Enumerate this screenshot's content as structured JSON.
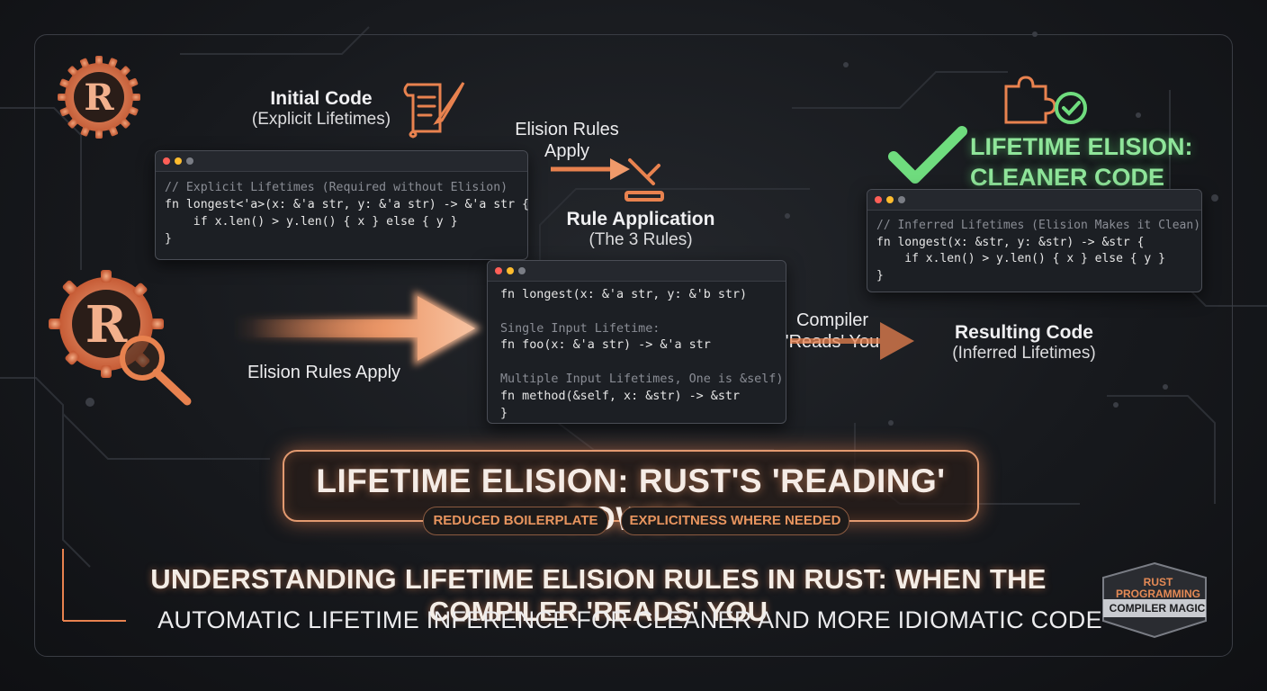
{
  "labels": {
    "initial_code_title": "Initial Code",
    "initial_code_sub": "(Explicit Lifetimes)",
    "elision_apply_top_1": "Elision Rules",
    "elision_apply_top_2": "Apply",
    "rule_app_title": "Rule Application",
    "rule_app_sub": "(The 3 Rules)",
    "elision_apply_left": "Elision Rules Apply",
    "compiler_reads_1": "Compiler",
    "compiler_reads_2": "'Reads' You",
    "result_title": "Resulting Code",
    "result_sub": "(Inferred Lifetimes)",
    "green_title_1": "LIFETIME ELISION:",
    "green_title_2": "CLEANER CODE"
  },
  "code_explicit": {
    "comment": "// Explicit Lifetimes (Required without Elision)",
    "line1": "fn longest<'a>(x: &'a str, y: &'a str) -> &'a str {",
    "line2": "    if x.len() > y.len() { x } else { y }",
    "line3": "}"
  },
  "code_rules": {
    "line1": "fn longest(x: &'a str, y: &'b str)",
    "comment2": "Single Input Lifetime:",
    "line2": "fn foo(x: &'a str) -> &'a str",
    "comment3": "Multiple Input Lifetimes, One is &self)",
    "line3": "fn method(&self, x: &str) -> &str",
    "line4": "}"
  },
  "code_inferred": {
    "comment": "// Inferred Lifetimes (Elision Makes it Clean)",
    "line1": "fn longest(x: &str, y: &str) -> &str {",
    "line2": "    if x.len() > y.len() { x } else { y }",
    "line3": "}"
  },
  "banner": {
    "title": "LIFETIME ELISION: RUST'S 'READING' POWER",
    "pill_left": "REDUCED BOILERPLATE",
    "pill_right": "EXPLICITNESS WHERE NEEDED"
  },
  "headline": "UNDERSTANDING LIFETIME ELISION RULES IN RUST: WHEN THE COMPILER 'READS' YOU",
  "subline": "AUTOMATIC LIFETIME INFERENCE FOR CLEANER AND MORE IDIOMATIC CODE",
  "badge": {
    "line1": "RUST",
    "line2": "PROGRAMMING",
    "line3": "COMPILER MAGIC"
  },
  "logo_letter": "R",
  "colors": {
    "accent_orange": "#e8824f",
    "accent_green": "#6fdc7e",
    "code_blue": "#5fb0ff",
    "background": "#17191d"
  },
  "icons": [
    "rust-logo-icon",
    "scroll-quill-icon",
    "gavel-icon",
    "magnifier-icon",
    "puzzle-check-icon",
    "checkmark-icon"
  ]
}
